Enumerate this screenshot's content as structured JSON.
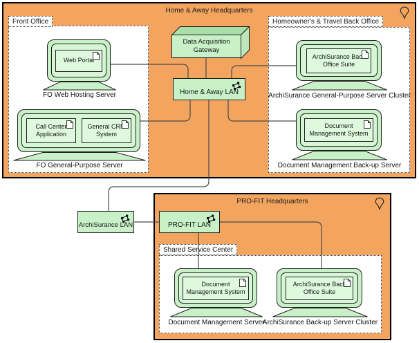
{
  "colors": {
    "location-fill": "#F3A45F",
    "element-fill": "#C9F1C8",
    "element-fill-light": "#D6F6D5",
    "artifact-fill": "#DFF9DE",
    "node-top": "#A9DDA9",
    "node-side": "#BCE7BB",
    "border": "#1e1e1e",
    "line": "#4a4a4a"
  },
  "icons": {
    "location-pin-icon": "outlined map-pin teardrop",
    "network-icon": "four linked squares (communication network)",
    "artifact-icon": "document page with folded corner"
  },
  "locations": {
    "home": {
      "label": "Home & Away Headquarters"
    },
    "profit": {
      "label": "PRO-FIT Headquarters"
    }
  },
  "groups": {
    "front_office": {
      "label": "Front Office"
    },
    "homeowners": {
      "label": "Homeowner's & Travel Back Office"
    },
    "shared_service": {
      "label": "Shared Service Center"
    }
  },
  "nodes": {
    "gateway": {
      "label": "Data Acquisition Gateway"
    },
    "home_lan": {
      "label": "Home & Away LAN"
    },
    "archisurance_lan": {
      "label": "ArchiSurance LAN"
    },
    "profit_lan": {
      "label": "PRO-FIT LAN"
    }
  },
  "devices": {
    "fo_web": {
      "label": "FO Web Hosting Server",
      "artifacts": [
        "Web Portal"
      ]
    },
    "fo_gp": {
      "label": "FO General-Purpose Server",
      "artifacts": [
        "Call Center Application",
        "General CRM System"
      ]
    },
    "as_gp_cluster": {
      "label": "ArchiSurance General-Purpose Server Cluster",
      "artifacts": [
        "ArchiSurance Back Office Suite"
      ]
    },
    "dm_backup": {
      "label": "Document Management Back-up Server",
      "artifacts": [
        "Document Management System"
      ]
    },
    "dm_server": {
      "label": "Document Management Server",
      "artifacts": [
        "Document Management System"
      ]
    },
    "as_backup_cluster": {
      "label": "ArchiSurance Back-up Server Cluster",
      "artifacts": [
        "ArchiSurance Back Office Suite"
      ]
    }
  }
}
